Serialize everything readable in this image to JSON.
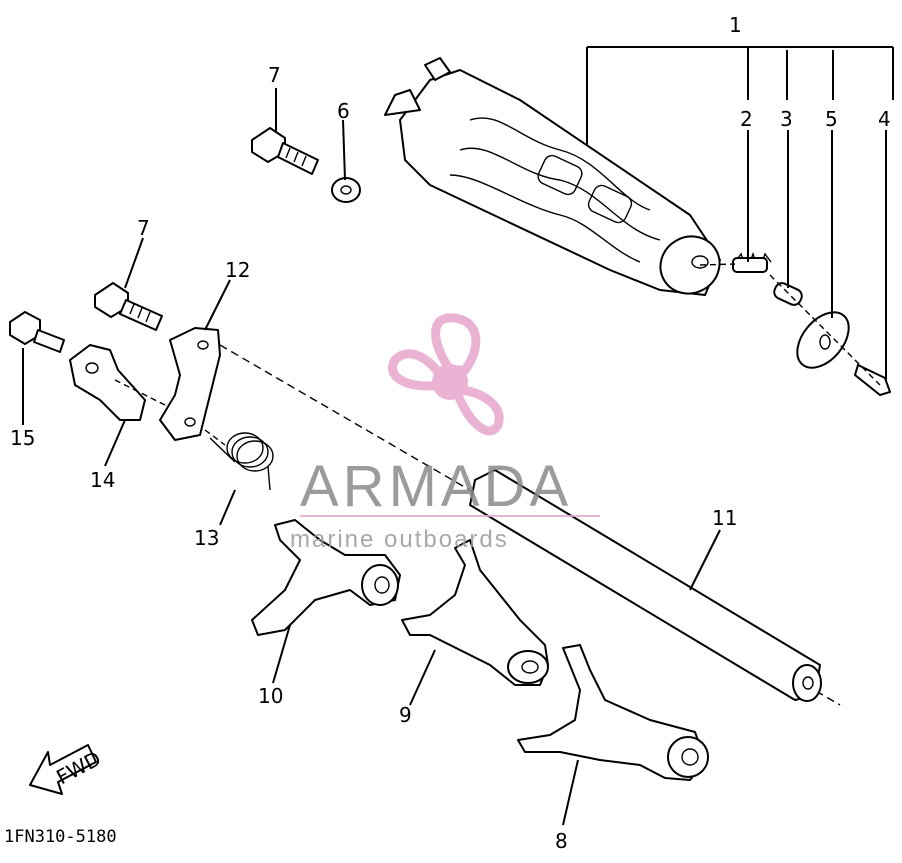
{
  "diagram": {
    "callouts": [
      "1",
      "2",
      "3",
      "4",
      "5",
      "6",
      "7",
      "7",
      "8",
      "9",
      "10",
      "11",
      "12",
      "13",
      "14",
      "15"
    ],
    "fwd_label": "FWD",
    "drawing_code": "1FN310-5180"
  },
  "watermark": {
    "brand": "ARMADA",
    "tagline": "marine outboards",
    "logo_color": "#e8a6cc",
    "text_color": "#8a8a8a"
  }
}
